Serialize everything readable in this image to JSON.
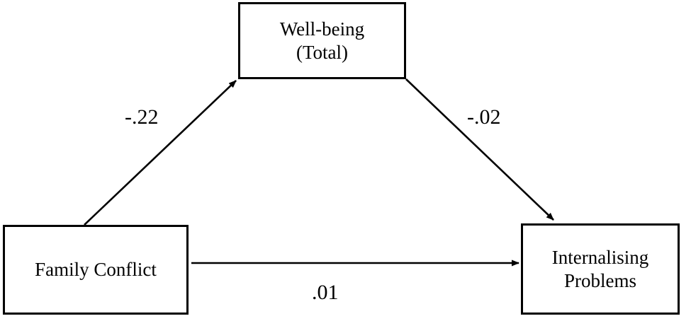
{
  "figure": {
    "type": "mediation-path-diagram",
    "background_color": "#ffffff",
    "line_color": "#000000"
  },
  "nodes": [
    {
      "id": "wellbeing",
      "label": "Well-being\n(Total)",
      "role": "mediator"
    },
    {
      "id": "family-conflict",
      "label": "Family Conflict",
      "role": "predictor"
    },
    {
      "id": "internalising",
      "label": "Internalising\nProblems",
      "role": "outcome"
    }
  ],
  "paths": [
    {
      "id": "a-path",
      "from": "family-conflict",
      "to": "wellbeing",
      "coefficient": "-.22"
    },
    {
      "id": "b-path",
      "from": "wellbeing",
      "to": "internalising",
      "coefficient": "-.02"
    },
    {
      "id": "c-path",
      "from": "family-conflict",
      "to": "internalising",
      "coefficient": ".01"
    }
  ]
}
